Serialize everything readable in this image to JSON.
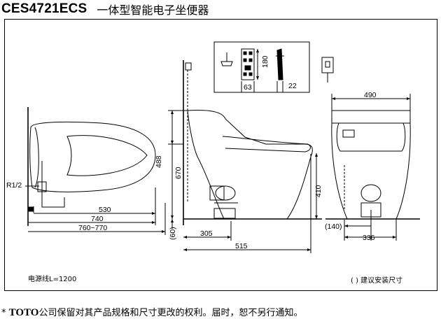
{
  "header": {
    "model": "CES4721ECS",
    "title": "一体型智能电子坐便器"
  },
  "dimensions": {
    "plan_530": "530",
    "plan_740": "740",
    "plan_760_770": "760~770",
    "plan_r12": "R1/2",
    "side_488": "488",
    "side_670": "670",
    "side_60": "(60)",
    "side_305": "305",
    "side_515": "515",
    "side_410": "410",
    "front_490": "490",
    "front_140": "(140)",
    "front_336": "336",
    "remote_180": "180",
    "remote_63": "63",
    "remote_22": "22"
  },
  "notes": {
    "power_cord": "电源线L=1200",
    "recommended": "( ) 建议安装尺寸"
  },
  "footnote": {
    "star": "*",
    "brand": "TOTO",
    "text": "公司保留对其产品规格和尺寸更改的权利。届时，恕不另行通知。"
  }
}
